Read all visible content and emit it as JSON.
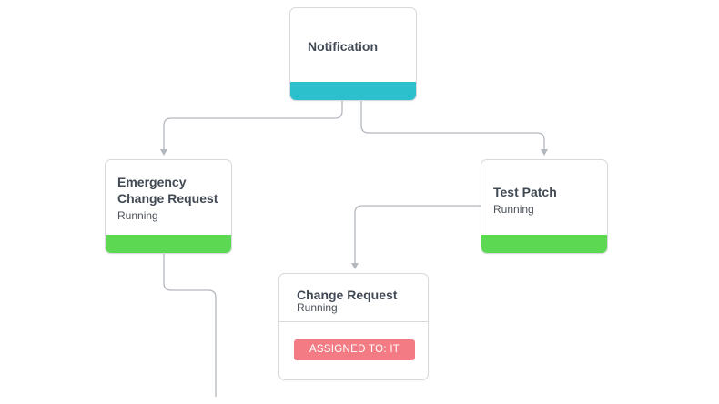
{
  "colors": {
    "connector": "#b3b8be",
    "notification_bar": "#2cc0cd",
    "running_bar": "#5dd853",
    "badge_bg": "#f37c84",
    "badge_text": "#ffffff"
  },
  "nodes": {
    "notification": {
      "title": "Notification"
    },
    "emergency_change_request": {
      "title": "Emergency Change Request",
      "status": "Running"
    },
    "test_patch": {
      "title": "Test Patch",
      "status": "Running"
    },
    "change_request": {
      "title": "Change Request",
      "status": "Running",
      "badge": "ASSIGNED TO: IT"
    }
  },
  "edges": [
    {
      "from": "notification",
      "to": "emergency_change_request"
    },
    {
      "from": "notification",
      "to": "test_patch"
    },
    {
      "from": "test_patch",
      "to": "change_request"
    }
  ]
}
